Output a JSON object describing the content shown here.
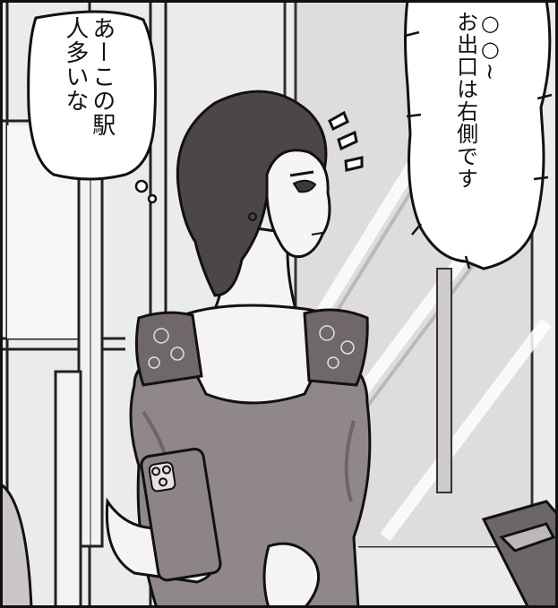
{
  "thought_bubble": {
    "lines": [
      "あーこの駅",
      "人多いな"
    ]
  },
  "speech_bubble": {
    "lines": [
      "○○~",
      "お出口は右側です"
    ]
  },
  "colors": {
    "ink": "#111111",
    "background": "#e9e7e8",
    "dress": "#8f8789",
    "skin": "#f4f2f2",
    "hair": "#4a4447"
  }
}
